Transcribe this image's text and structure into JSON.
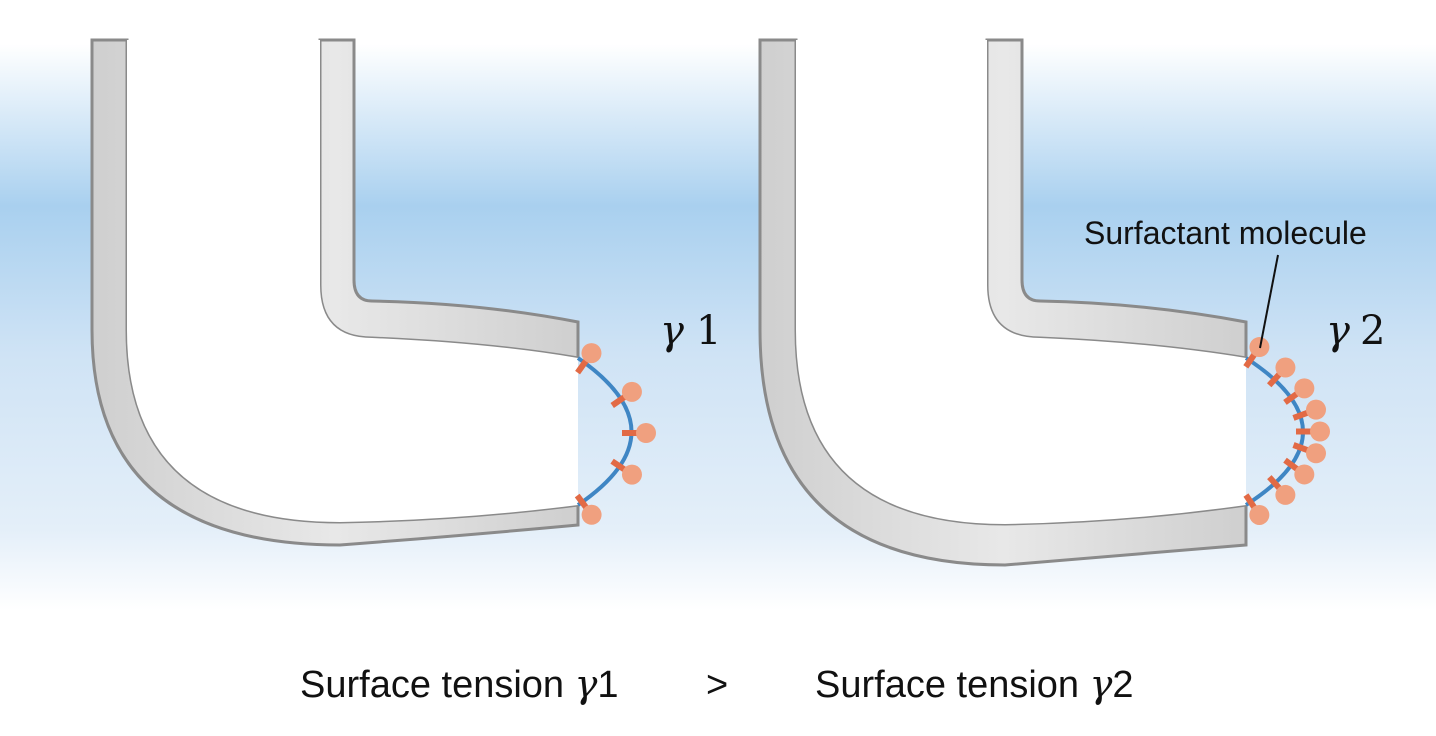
{
  "left_panel": {
    "symbol": "γ",
    "symbol_index": "1",
    "molecule_count": 5
  },
  "right_panel": {
    "symbol": "γ",
    "symbol_index": "2",
    "molecule_count": 9,
    "callout_label": "Surfactant molecule"
  },
  "caption": {
    "left_prefix": "Surface tension ",
    "left_greek": "γ",
    "left_index": "1",
    "operator": ">",
    "right_prefix": "Surface tension ",
    "right_greek": "γ",
    "right_index": "2"
  },
  "colors": {
    "background_band": "#a9d0ef",
    "tube_fill": "#d9d9d9",
    "tube_stroke": "#8a8a8a",
    "meniscus": "#3f86c4",
    "molecule_head": "#f0a07f",
    "molecule_tail": "#e26a45"
  }
}
